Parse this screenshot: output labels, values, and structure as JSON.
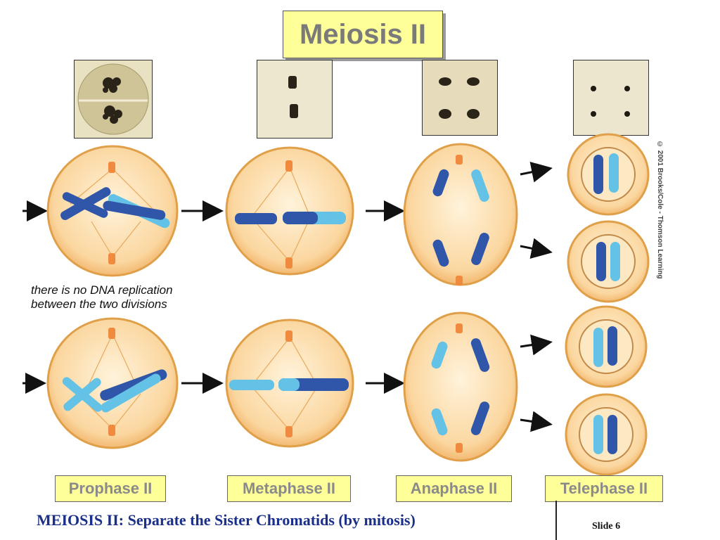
{
  "title": "Meiosis II",
  "note": {
    "line1": "there is no DNA replication",
    "line2": "between the two divisions"
  },
  "stages": [
    {
      "label": "Prophase II"
    },
    {
      "label": "Metaphase II"
    },
    {
      "label": "Anaphase II"
    },
    {
      "label": "Telephase II"
    }
  ],
  "caption": "MEIOSIS II:  Separate the Sister Chromatids (by mitosis)",
  "slide_label": "Slide 6",
  "copyright": "© 2001 Brooks/Cole - Thomson Learning",
  "colors": {
    "label_fill": "#ffff99",
    "cell_fill": "#f9d596",
    "cell_edge": "#e2a24c",
    "chromatid_dark": "#2f56a8",
    "chromatid_light": "#64c2e6",
    "centrosome": "#f08a3e",
    "caption_text": "#1a2f8a"
  }
}
